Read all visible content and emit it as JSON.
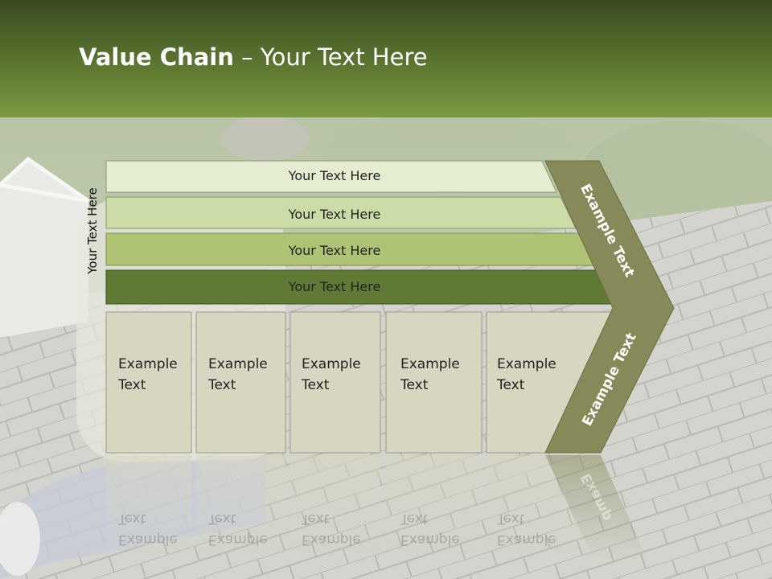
{
  "title": {
    "bold": "Value Chain",
    "rest": " – Your Text Here"
  },
  "side_label": "Your Text Here",
  "bars": [
    "Your Text Here",
    "Your Text Here",
    "Your Text Here",
    "Your Text Here"
  ],
  "boxes": [
    {
      "line1": "Example",
      "line2": "Text"
    },
    {
      "line1": "Example",
      "line2": "Text"
    },
    {
      "line1": "Example",
      "line2": "Text"
    },
    {
      "line1": "Example",
      "line2": "Text"
    },
    {
      "line1": "Example",
      "line2": "Text"
    }
  ],
  "chevron_upper": "Example Text",
  "chevron_lower": "Example Text",
  "reflection_partial": "Examp",
  "colors": {
    "header": "#5b7630",
    "bar1": "#e4ecd2",
    "bar2": "#ccdca7",
    "bar3": "#aec474",
    "bar4": "#5f7a35",
    "box": "#d7d6c1",
    "chevron": "#878a58"
  }
}
